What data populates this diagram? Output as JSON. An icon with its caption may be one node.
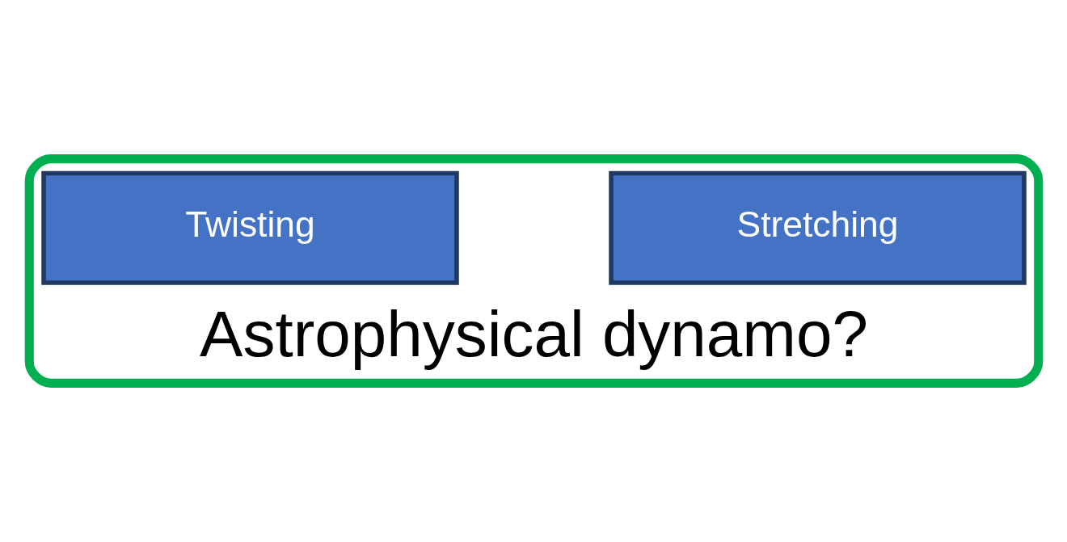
{
  "diagram": {
    "nodes": [
      {
        "text": [
          "Astrophysical dynamo?"
        ]
      },
      {
        "text": [
          "Stretching"
        ],
        "in": 0
      },
      {
        "text": [
          "Twisting"
        ],
        "in": 0
      }
    ]
  }
}
